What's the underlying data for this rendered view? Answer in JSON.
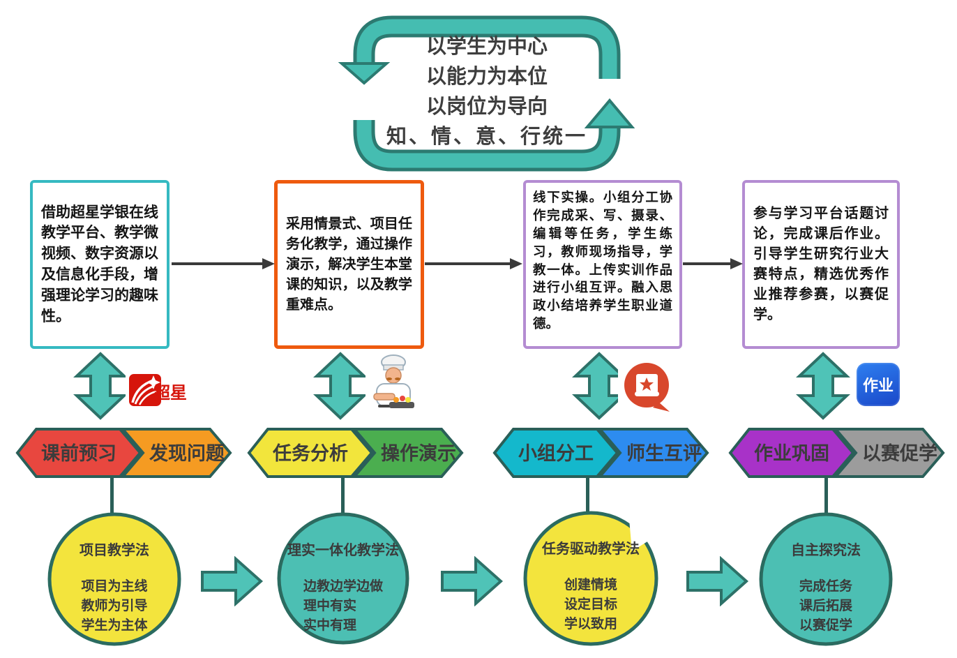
{
  "loop": {
    "lines": [
      "以学生为中心",
      "以能力为本位",
      "以岗位为导向",
      "知、情、意、行统一"
    ]
  },
  "boxes": [
    {
      "text": "借助超星学银在线教学平台、教学微视频、数字资源以及信息化手段，增强理论学习的趣味性。",
      "border_color": "#35B9C1"
    },
    {
      "text": "采用情景式、项目任务化教学，通过操作演示，解决学生本堂课的知识，以及教学重难点。",
      "border_color": "#EE5A0E"
    },
    {
      "text": "线下实操。小组分工协作完成采、写、摄录、编辑等任务，学生练习，教师现场指导，学教一体。上传实训作品进行小组互评。融入思政小结培养学生职业道德。",
      "border_color": "#B48CD2"
    },
    {
      "text": "参与学习平台话题讨论，完成课后作业。引导学生研究行业大赛特点，精选优秀作业推荐参赛，以赛促学。",
      "border_color": "#B48CD2"
    }
  ],
  "icons": [
    {
      "name": "chaoxing-logo",
      "label": "超星"
    },
    {
      "name": "chef-cooking-illustration",
      "label": ""
    },
    {
      "name": "party-study-book-icon",
      "label": ""
    },
    {
      "name": "homework-app-icon",
      "label": "作业"
    }
  ],
  "chevrons": [
    {
      "label": "课前预习",
      "fill": "#E8473F"
    },
    {
      "label": "发现问题",
      "fill": "#F59B22"
    },
    {
      "label": "任务分析",
      "fill": "#F2E53C"
    },
    {
      "label": "操作演示",
      "fill": "#4BAE4F"
    },
    {
      "label": "小组分工",
      "fill": "#14B8CC"
    },
    {
      "label": "师生互评",
      "fill": "#2D8CF0"
    },
    {
      "label": "作业巩固",
      "fill": "#A832C8"
    },
    {
      "label": "以赛促学",
      "fill": "#9C9C9C"
    }
  ],
  "circles": [
    {
      "title": "项目教学法",
      "lines": [
        "项目为主线",
        "教师为引导",
        "学生为主体"
      ],
      "fill": "#F3E43D"
    },
    {
      "title": "理实一体化教学法",
      "lines": [
        "边教边学边做",
        "理中有实",
        "实中有理"
      ],
      "fill": "#4CBFB3"
    },
    {
      "title": "任务驱动教学法",
      "lines": [
        "创建情境",
        "设定目标",
        "学以致用"
      ],
      "fill": "#F3E43D"
    },
    {
      "title": "自主探究法",
      "lines": [
        "完成任务",
        "课后拓展",
        "以赛促学"
      ],
      "fill": "#4CBFB3"
    }
  ],
  "palette": {
    "teal": "#45BDB1",
    "teal_dark": "#2C7A71",
    "chevron_border": "#2A5F58",
    "circle_border": "#2B6B60",
    "connector_dark": "#3A3A3A",
    "box_border_teal": "#35B9C1",
    "box_border_orange": "#EE5A0E",
    "box_border_purple": "#B48CD2",
    "chaoxing_red": "#D6150B",
    "party_red": "#D8472C",
    "homework_blue": "#1E5BD6",
    "text_dark": "#3B3B3B"
  }
}
